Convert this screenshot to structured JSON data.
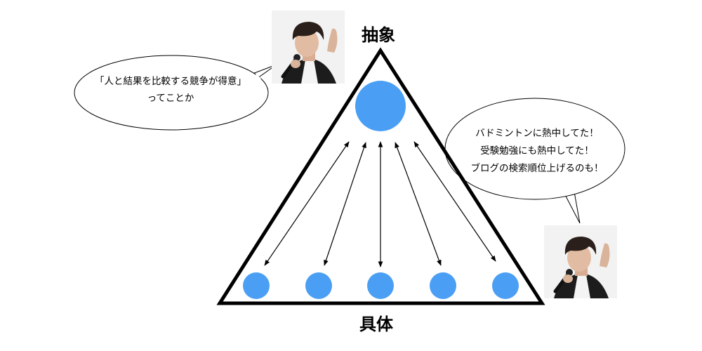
{
  "labels": {
    "top": "抽象",
    "bottom": "具体"
  },
  "left_bubble": {
    "lines": [
      "「人と結果を比較する競争が得意」",
      "ってことか"
    ]
  },
  "right_bubble": {
    "lines": [
      "バドミントンに熱中してた！",
      "受験勉強にも熱中してた！",
      "ブログの検索順位上げるのも！"
    ]
  },
  "colors": {
    "node": "#4a9ff5",
    "stroke": "#000000",
    "background": "#ffffff"
  },
  "icons": [
    "speaker-photo-top",
    "speaker-photo-bottom"
  ]
}
